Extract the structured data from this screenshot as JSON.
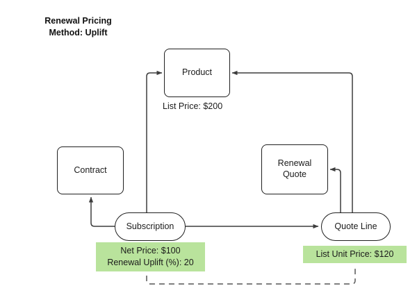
{
  "diagram": {
    "title": "Renewal Pricing\nMethod: Uplift",
    "background_color": "#ffffff",
    "accent_color": "#b9e39c",
    "line_color": "#3d3d3d",
    "nodes": [
      {
        "id": "product",
        "label": "Product",
        "shape": "rounded-rectangle"
      },
      {
        "id": "contract",
        "label": "Contract",
        "shape": "rounded-rectangle"
      },
      {
        "id": "renewal-quote",
        "label": "Renewal\nQuote",
        "shape": "rounded-rectangle"
      },
      {
        "id": "subscription",
        "label": "Subscription",
        "shape": "stadium"
      },
      {
        "id": "quote-line",
        "label": "Quote Line",
        "shape": "stadium"
      }
    ],
    "captions": [
      {
        "id": "product-list-price",
        "text": "List Price: $200",
        "attached_to": "product"
      }
    ],
    "annotations": [
      {
        "id": "subscription",
        "text": "Net Price: $100\nRenewal Uplift (%): 20",
        "attached_to": "subscription",
        "color": "#b9e39c"
      },
      {
        "id": "quote-line",
        "text": "List Unit Price: $120",
        "attached_to": "quote-line",
        "color": "#b9e39c"
      }
    ],
    "edges": [
      {
        "id": "subscription-to-product",
        "from": "subscription",
        "to": "product",
        "style": "solid",
        "arrow": true
      },
      {
        "id": "subscription-to-contract",
        "from": "subscription",
        "to": "contract",
        "style": "solid",
        "arrow": true
      },
      {
        "id": "subscription-to-quote-line",
        "from": "subscription",
        "to": "quote-line",
        "style": "solid",
        "arrow": true
      },
      {
        "id": "quote-line-to-renewal-quote",
        "from": "quote-line",
        "to": "renewal-quote",
        "style": "solid",
        "arrow": true
      },
      {
        "id": "quote-line-to-product",
        "from": "quote-line",
        "to": "product",
        "style": "solid",
        "arrow": true
      },
      {
        "id": "subscription-to-quote-line-dashed",
        "from": "subscription",
        "to": "quote-line",
        "style": "dashed",
        "arrow": false
      }
    ]
  }
}
